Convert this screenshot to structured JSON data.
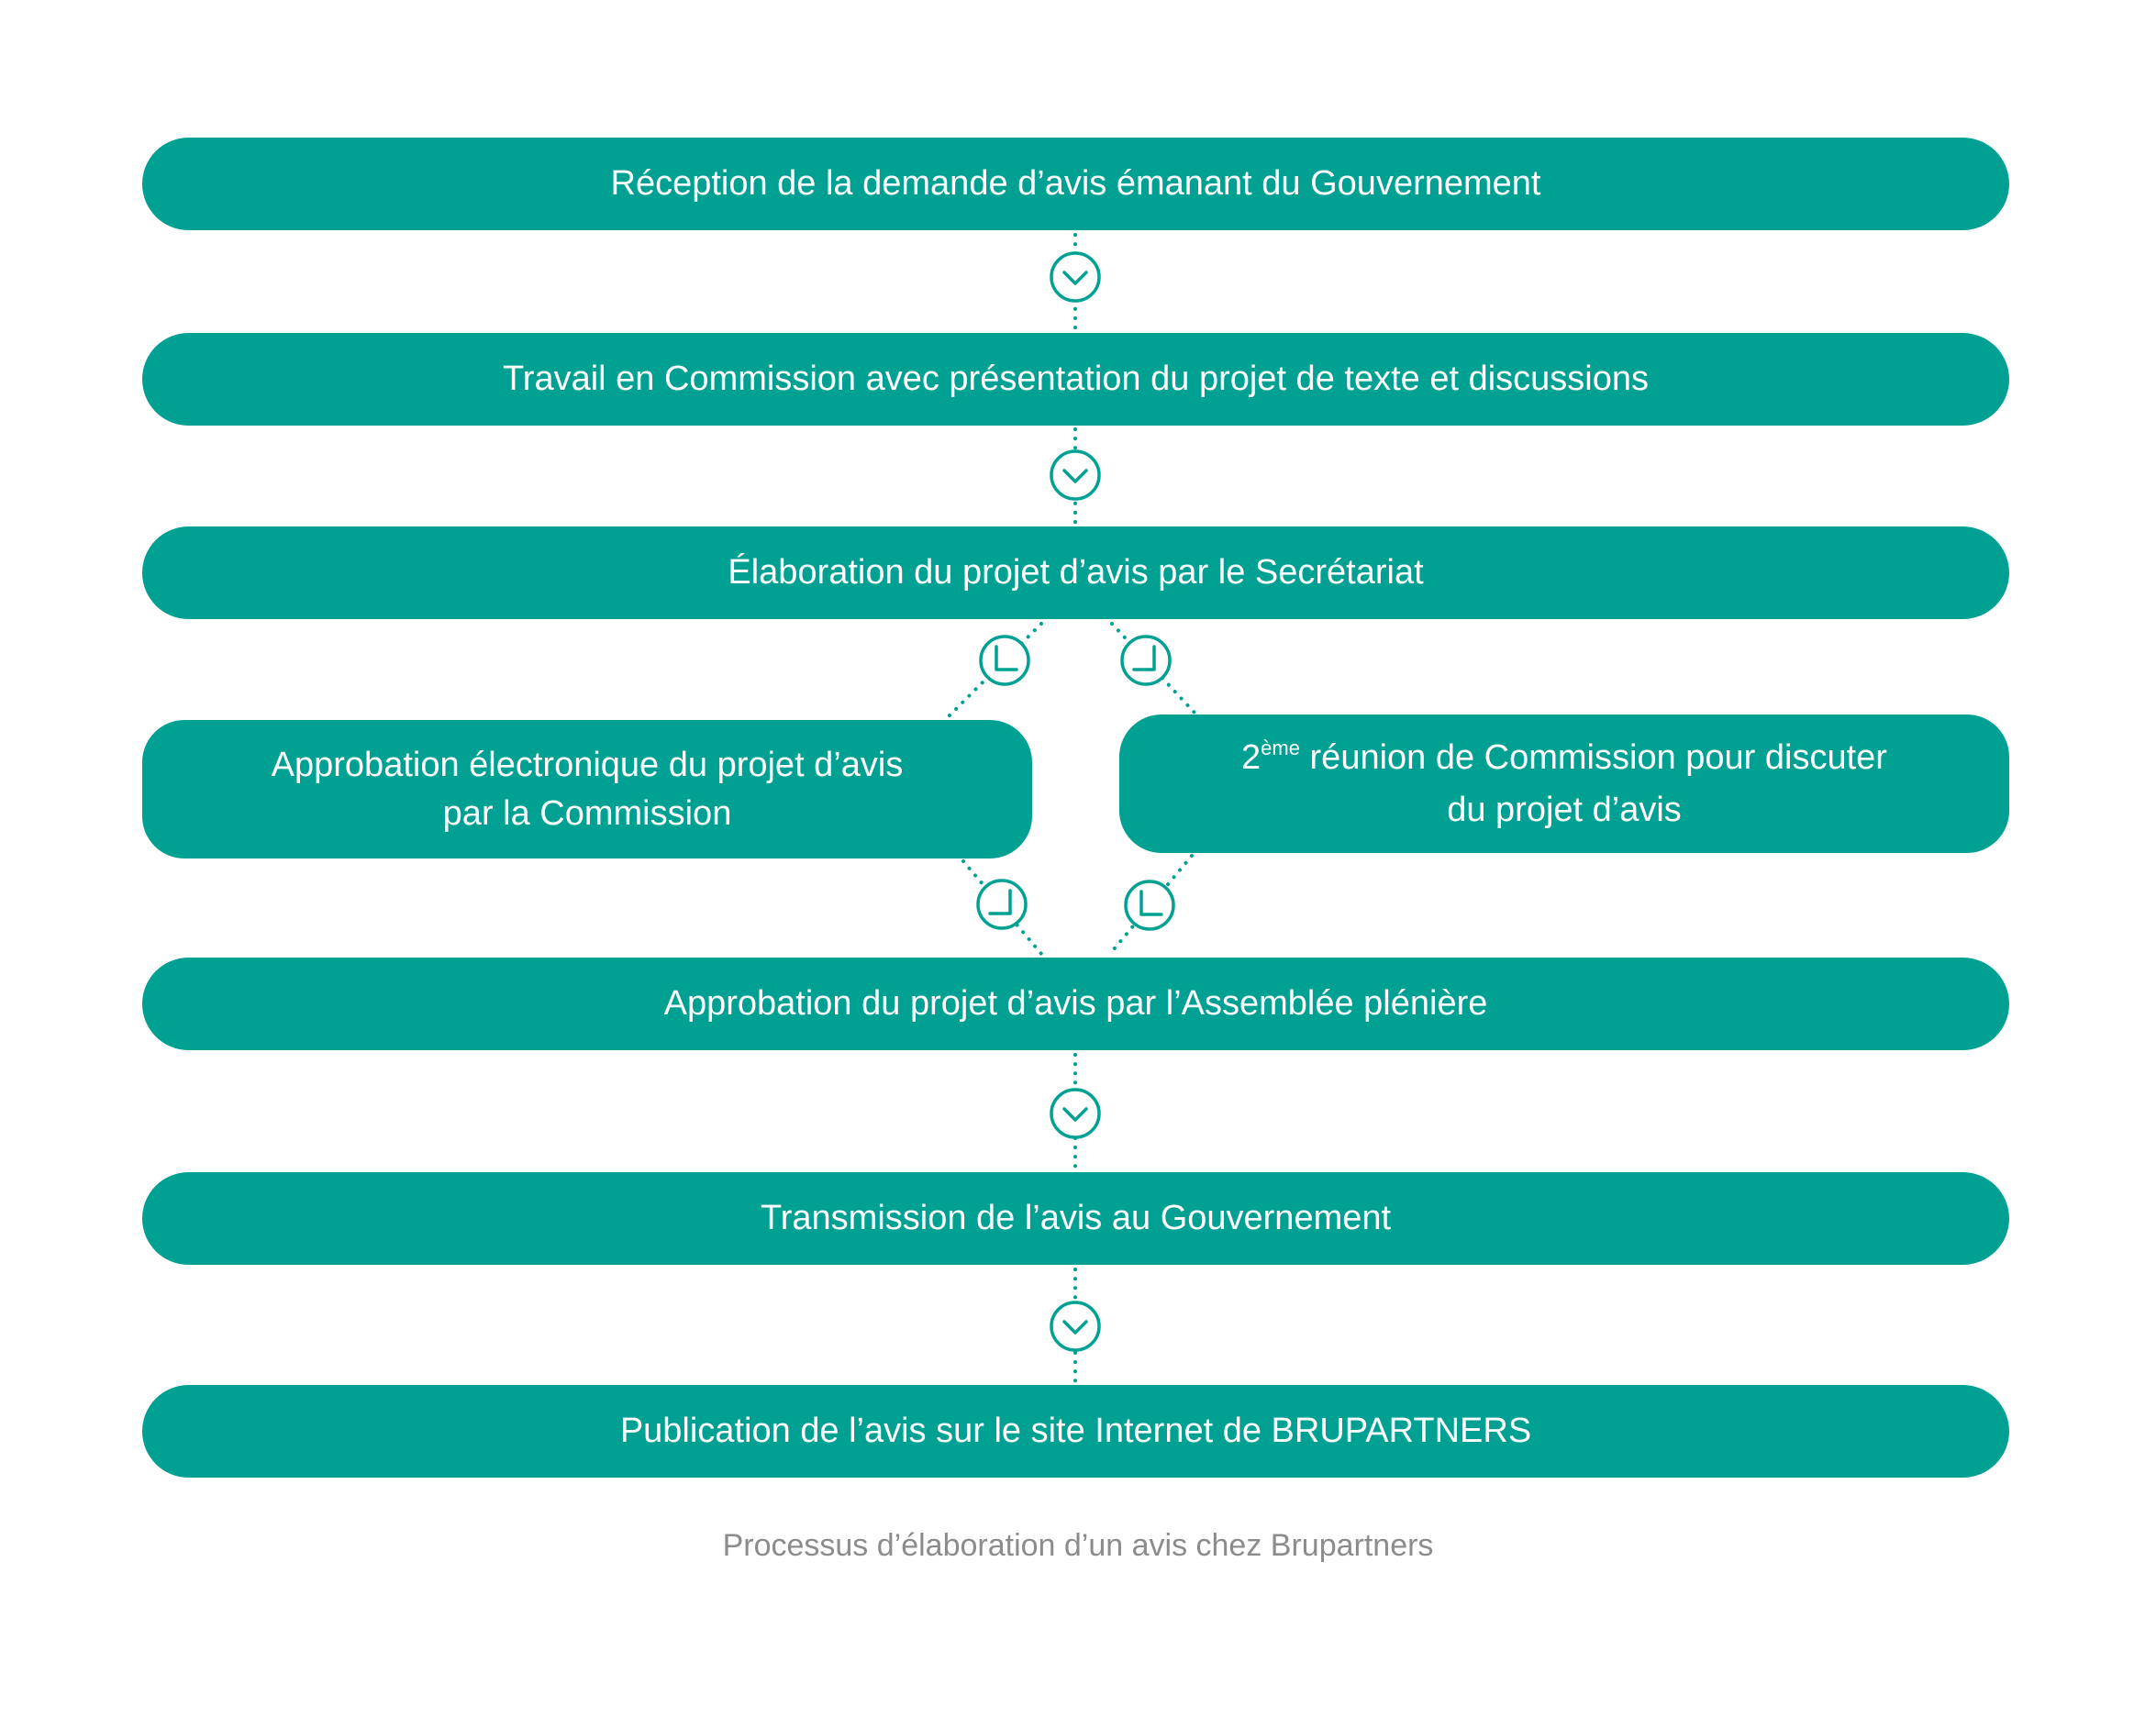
{
  "colors": {
    "primary": "#00a193",
    "text_on_primary": "#ffffff",
    "caption": "#8c8c8c",
    "background": "#ffffff"
  },
  "icons": {
    "connector_icon": "chevron-down-icon",
    "branch_icon": "clock-icon"
  },
  "steps": [
    {
      "label": "Réception de la demande d’avis émanant du Gouvernement"
    },
    {
      "label": "Travail en Commission avec présentation du projet de texte et discussions"
    },
    {
      "label": "Élaboration du projet d’avis par le Secrétariat"
    },
    {
      "label": "Approbation du projet d’avis par l’Assemblée plénière"
    },
    {
      "label": "Transmission de l’avis au Gouvernement"
    },
    {
      "label": "Publication de l’avis sur le site Internet de BRUPARTNERS"
    }
  ],
  "branches": [
    {
      "line1": "Approbation électronique du projet d’avis",
      "line2": "par la Commission"
    },
    {
      "line1": {
        "prefix": "2",
        "sup": "ème",
        "rest": " réunion de Commission pour discuter"
      },
      "line2": "du projet d’avis"
    }
  ],
  "caption": "Processus d’élaboration d’un avis chez Brupartners"
}
